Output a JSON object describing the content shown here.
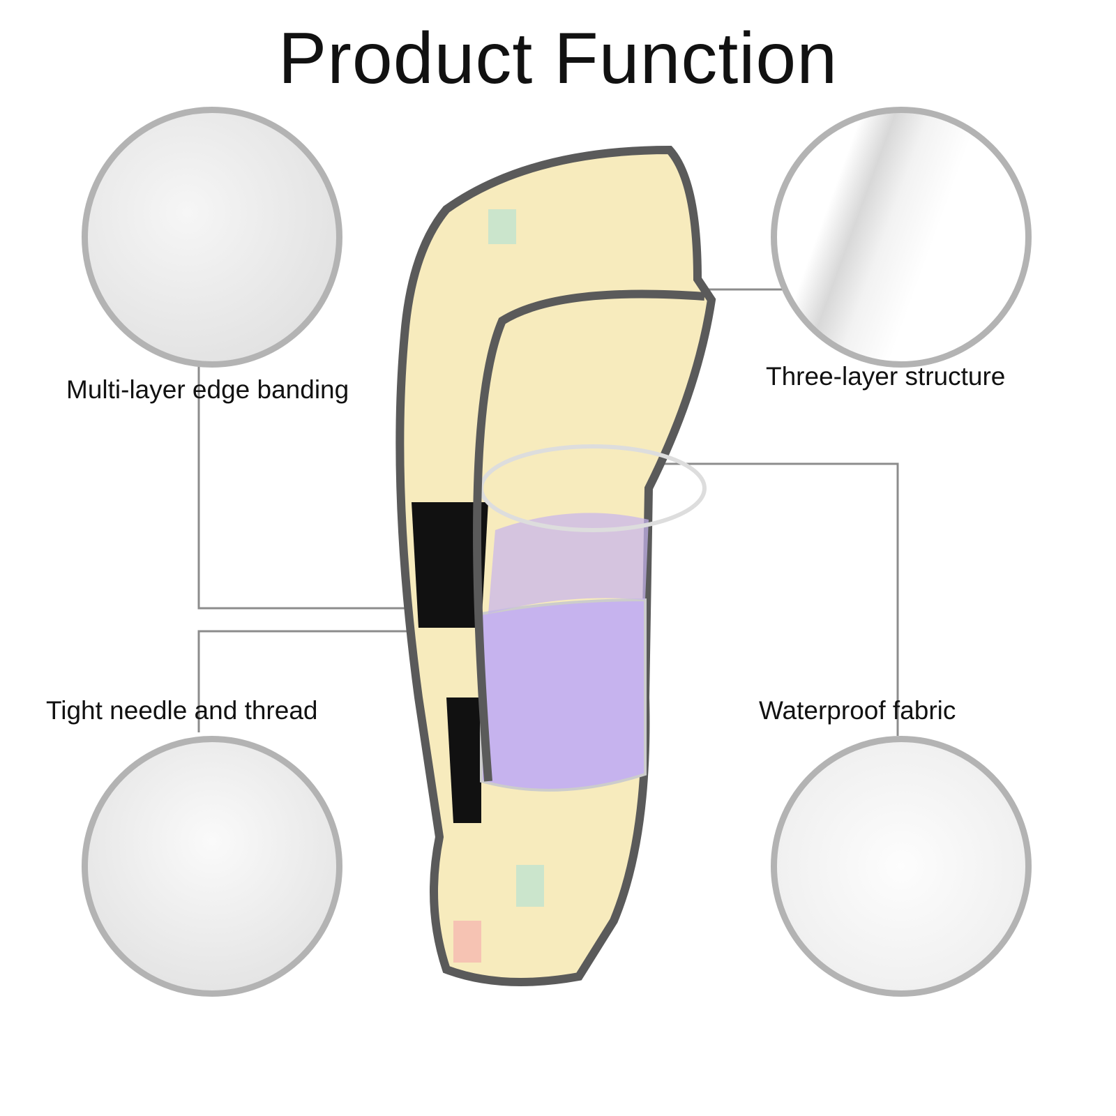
{
  "header": {
    "title": "Product Function"
  },
  "features": [
    {
      "label": "Multi-layer edge banding"
    },
    {
      "label": "Three-layer structure"
    },
    {
      "label": "Tight needle and thread"
    },
    {
      "label": "Waterproof fabric"
    }
  ],
  "colors": {
    "cover_base": "#f7ebbd",
    "binding": "#5a5a5a",
    "liquid": "#c6b3ee",
    "circle_border": "#b3b3b3",
    "leader_line": "#8c8c8c"
  }
}
